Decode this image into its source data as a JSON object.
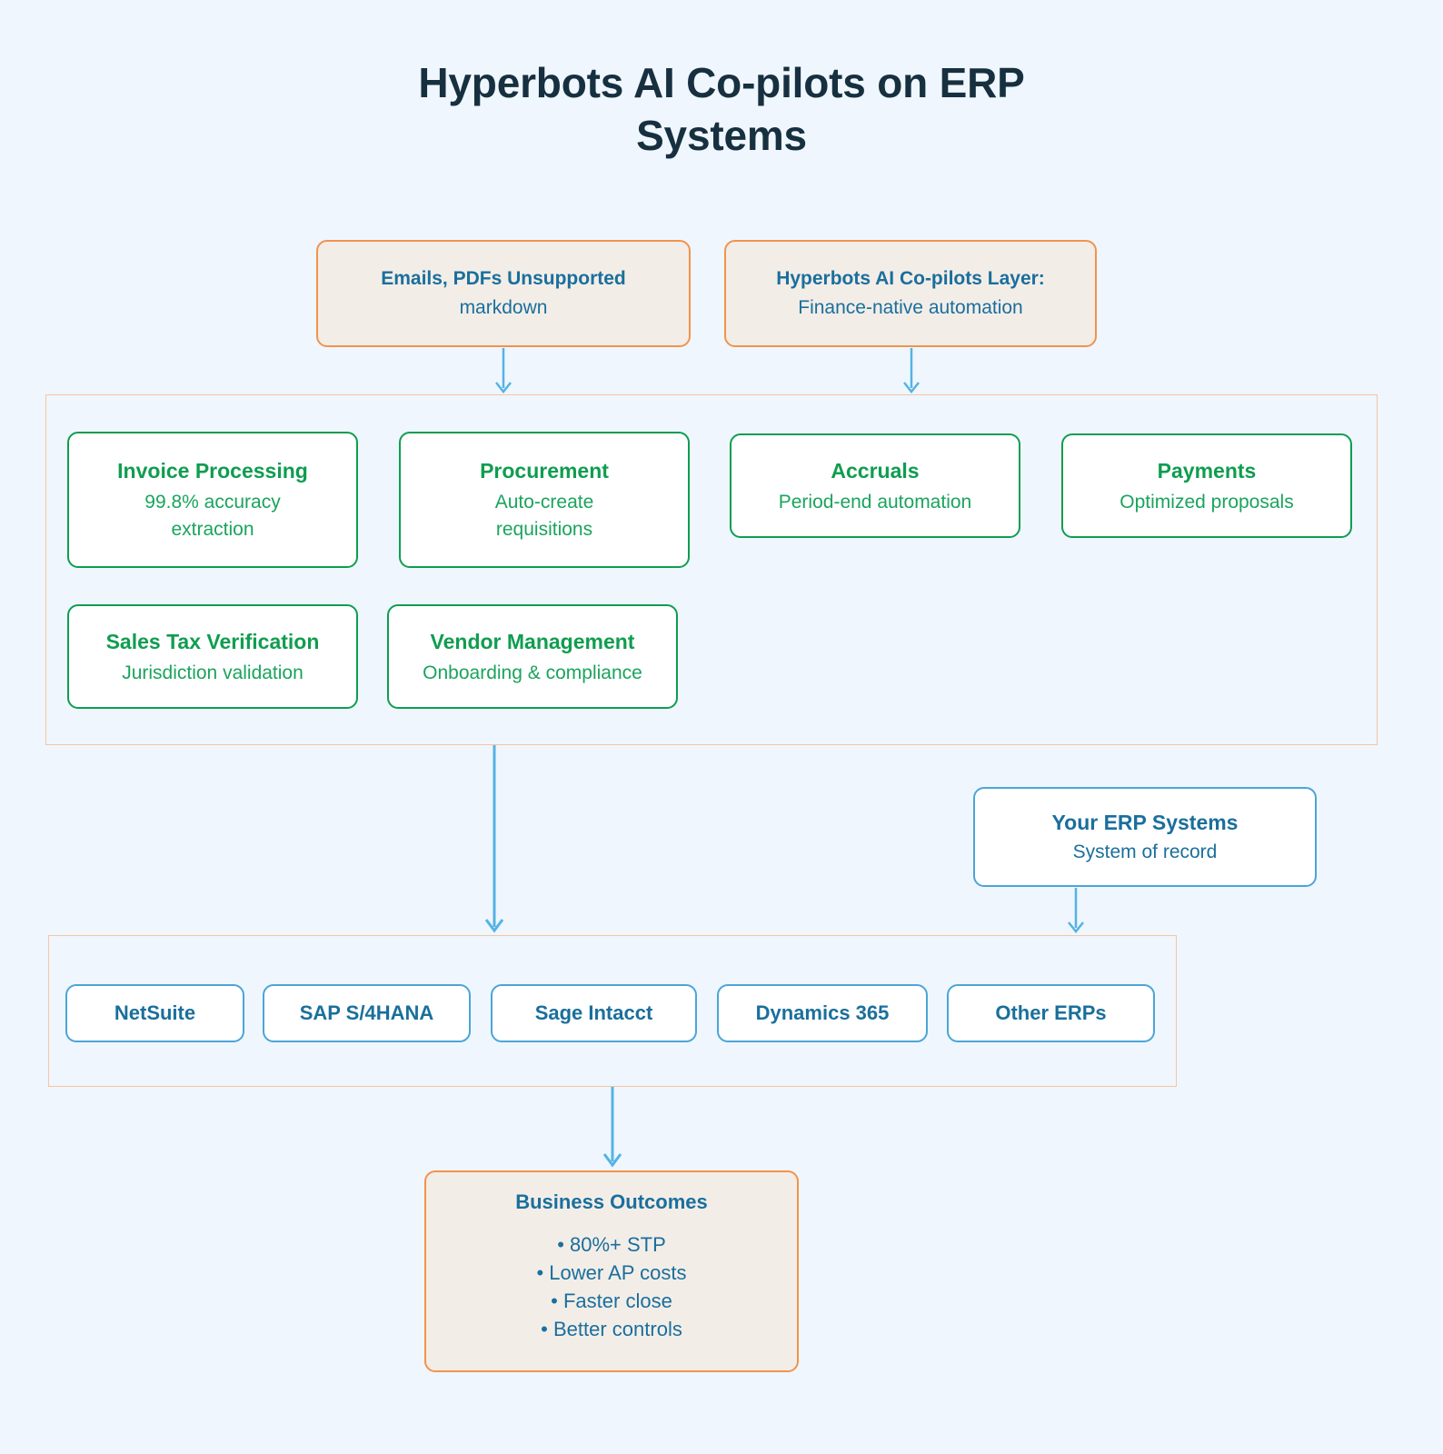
{
  "page": {
    "title": "Hyperbots AI Co-pilots on ERP\nSystems",
    "background_color": "#eff6fe"
  },
  "colors": {
    "title_text": "#17303f",
    "orange_border": "#f2934c",
    "orange_fill": "#f3ede8",
    "panel_border": "#f7c4a0",
    "green_border": "#0f9d4f",
    "green_title": "#0f9d4f",
    "green_sub": "#1aa45c",
    "blue_border": "#4ba5d6",
    "blue_text": "#1a6f9c",
    "arrow": "#55b3e3"
  },
  "sources": [
    {
      "title": "Emails,  PDFs Unsupported",
      "subtitle": "markdown"
    },
    {
      "title": "Hyperbots AI Co-pilots Layer:",
      "subtitle": "Finance-native automation"
    }
  ],
  "capabilities": [
    {
      "title": "Invoice Processing",
      "subtitle": "99.8% accuracy\nextraction"
    },
    {
      "title": "Procurement",
      "subtitle": "Auto-create\nrequisitions"
    },
    {
      "title": "Accruals",
      "subtitle": "Period-end automation"
    },
    {
      "title": "Payments",
      "subtitle": "Optimized proposals"
    },
    {
      "title": "Sales Tax Verification",
      "subtitle": "Jurisdiction validation"
    },
    {
      "title": "Vendor Management",
      "subtitle": "Onboarding & compliance"
    }
  ],
  "erp_systems_card": {
    "title": "Your ERP Systems",
    "subtitle": "System of record"
  },
  "erp_chips": [
    {
      "label": "NetSuite"
    },
    {
      "label": "SAP S/4HANA"
    },
    {
      "label": "Sage Intacct"
    },
    {
      "label": "Dynamics 365"
    },
    {
      "label": "Other ERPs"
    }
  ],
  "outcomes": {
    "title": "Business Outcomes",
    "items": [
      "•  80%+ STP",
      "•  Lower AP costs",
      "•  Faster close",
      "•  Better controls"
    ]
  },
  "arrows": [
    {
      "name": "arrow-emails-to-capabilities"
    },
    {
      "name": "arrow-copilots-to-capabilities"
    },
    {
      "name": "arrow-capabilities-to-erps"
    },
    {
      "name": "arrow-erp-card-to-erps"
    },
    {
      "name": "arrow-erps-to-outcomes"
    }
  ]
}
